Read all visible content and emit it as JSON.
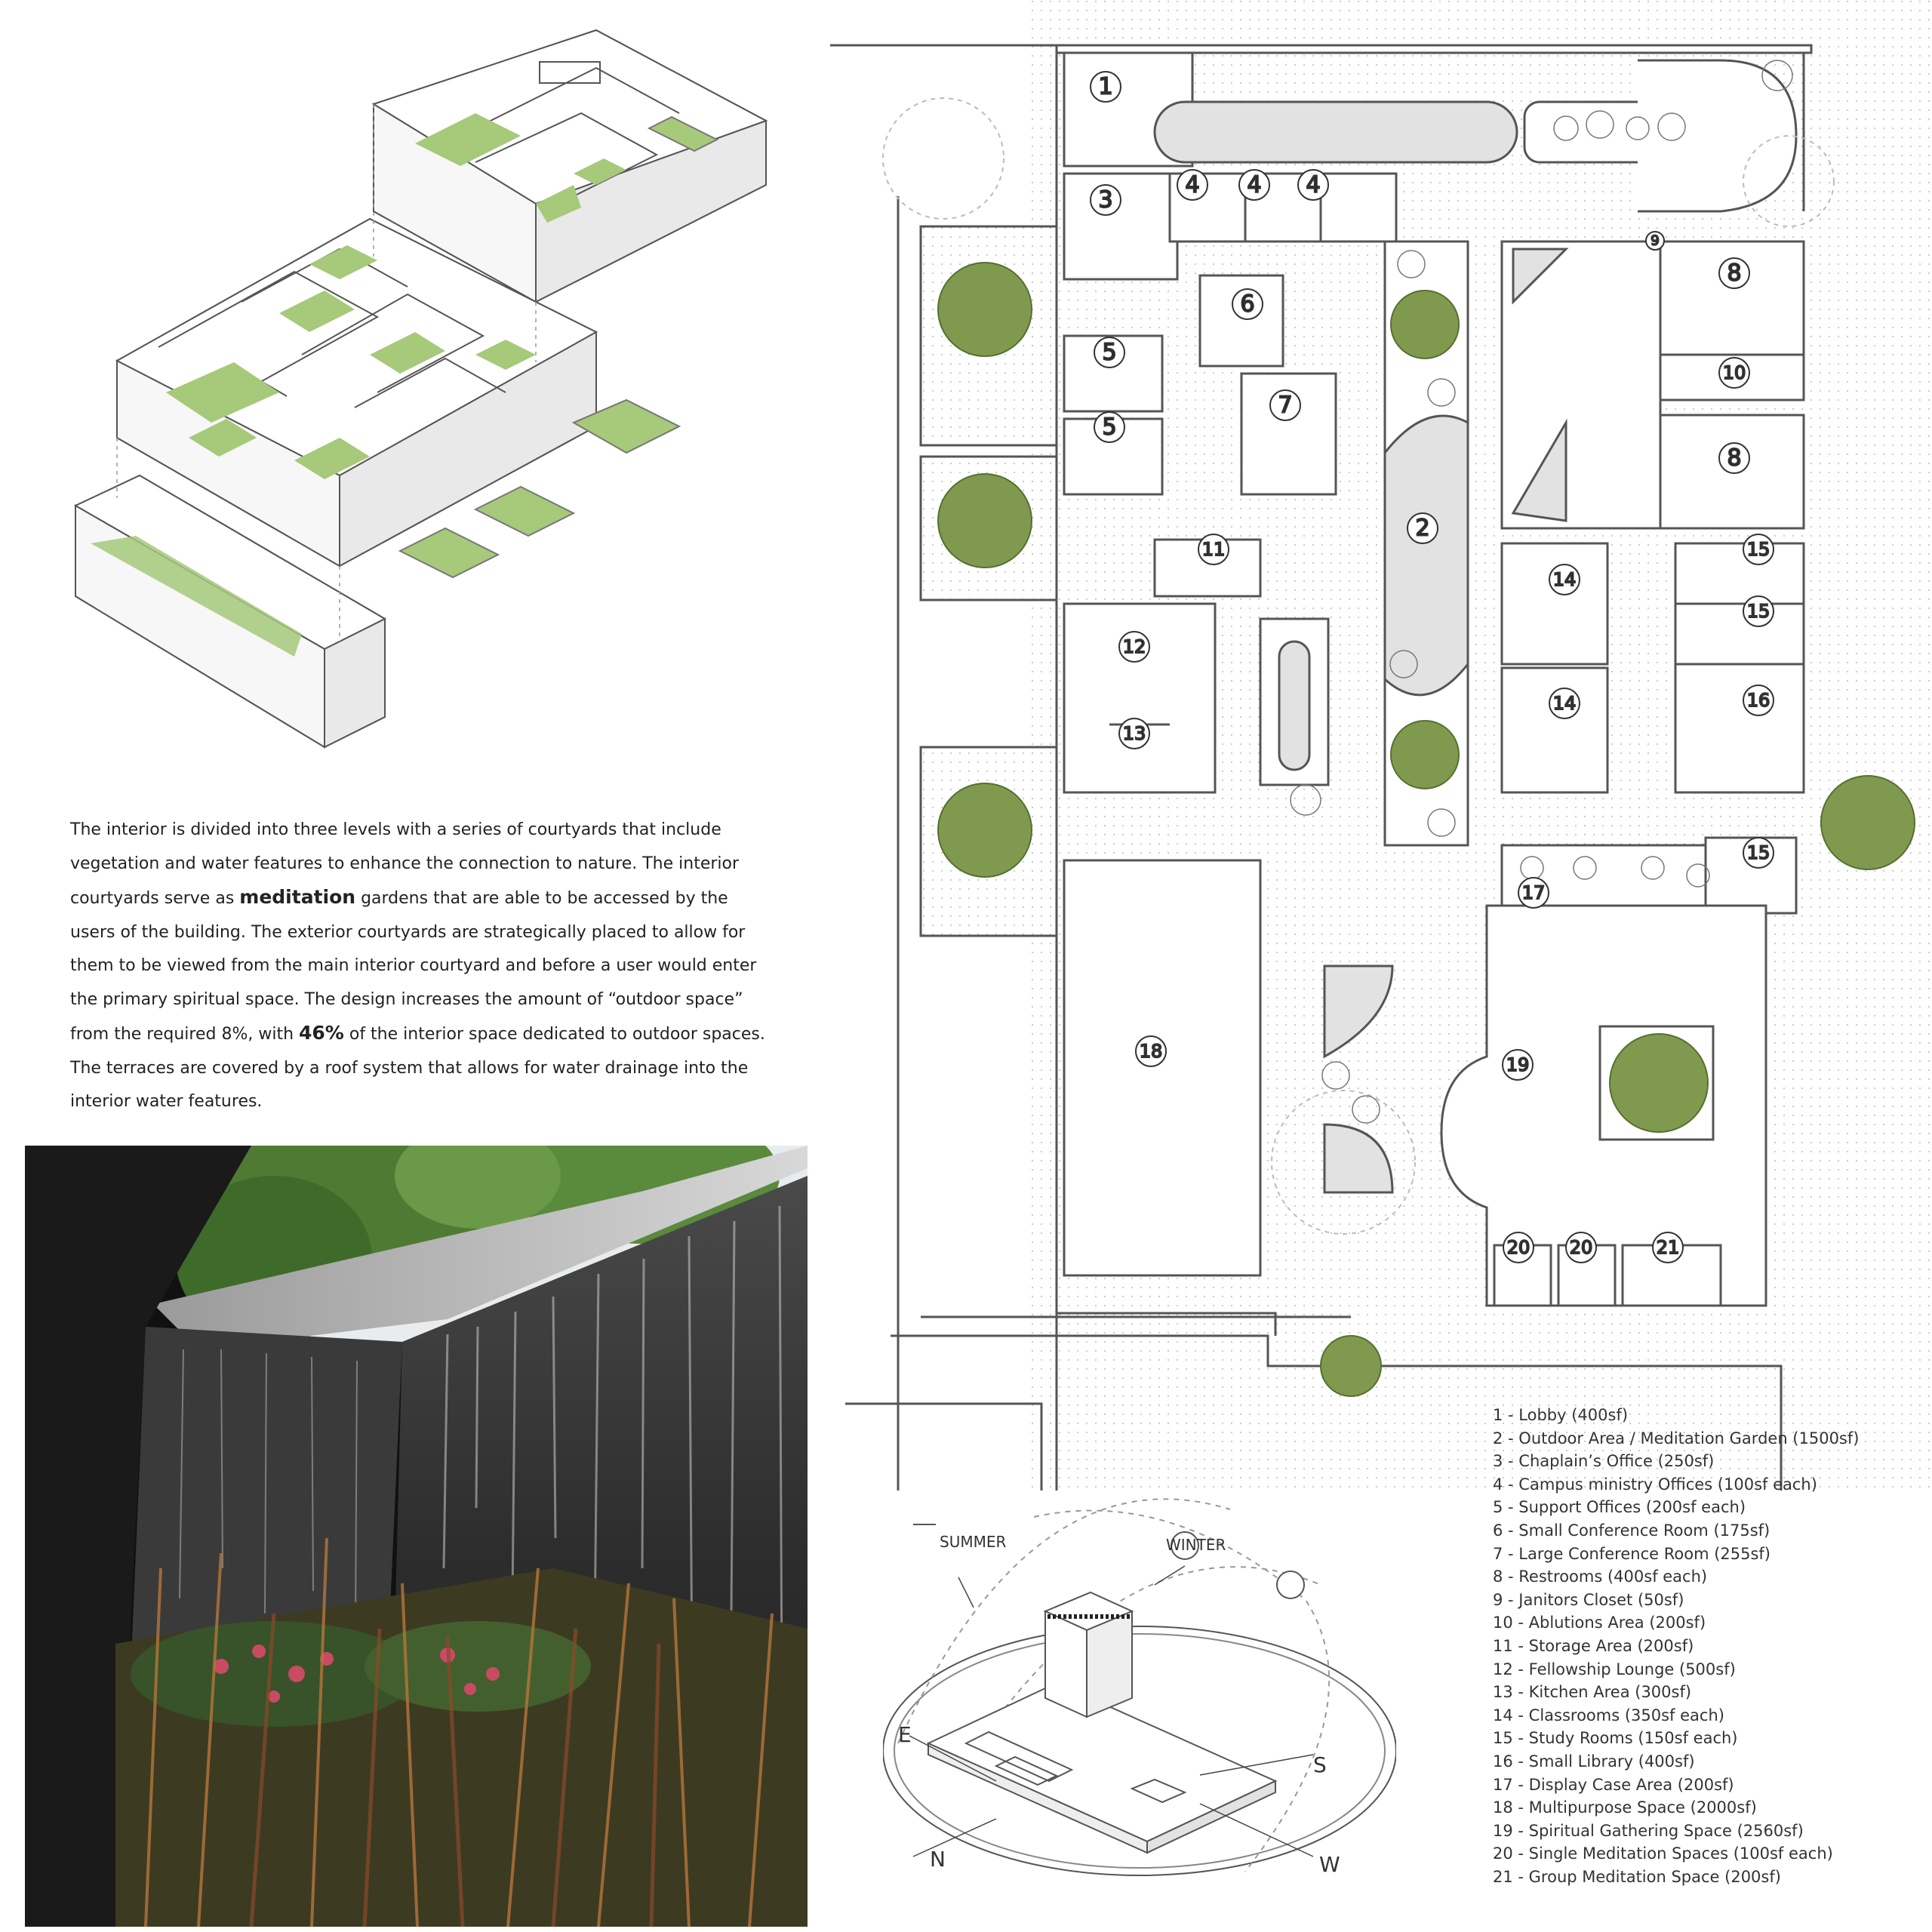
{
  "description": {
    "intro": "The interior is divided into three levels with a series of courtyards that include vegetation and water features to enhance the connection to nature. The interior courtyards serve as ",
    "bold1": "meditation",
    "mid": " gardens that are able to be accessed by the users of the building. The exterior courtyards are strategically placed to allow for them to be viewed from the main interior courtyard and before a user would enter the primary spiritual space. The design increases the amount of “outdoor space” from the required 8%, with ",
    "bold2": "46%",
    "outro": " of the interior space dedicated to outdoor spaces. The terraces are covered by a roof system that allows for water drainage into the interior water features."
  },
  "plan_labels": [
    "1",
    "2",
    "3",
    "4",
    "4",
    "4",
    "5",
    "5",
    "6",
    "7",
    "8",
    "8",
    "9",
    "10",
    "11",
    "12",
    "13",
    "14",
    "14",
    "15",
    "15",
    "15",
    "16",
    "17",
    "18",
    "19",
    "20",
    "20",
    "21"
  ],
  "legend": [
    "1 - Lobby (400sf)",
    "2 - Outdoor Area / Meditation Garden (1500sf)",
    "3 - Chaplain’s Office (250sf)",
    "4 - Campus ministry Offices (100sf each)",
    "5 - Support Offices (200sf each)",
    "6 - Small Conference Room      (175sf)",
    "7 - Large Conference Room (255sf)",
    "8 - Restrooms (400sf each)",
    "9 - Janitors Closet (50sf)",
    "10 - Ablutions Area (200sf)",
    "11 - Storage Area (200sf)",
    "12 - Fellowship Lounge (500sf)",
    "13 - Kitchen Area (300sf)",
    "14 - Classrooms (350sf each)",
    "15 - Study Rooms (150sf each)",
    "16 - Small Library (400sf)",
    "17 - Display Case Area (200sf)",
    "18 - Multipurpose Space (2000sf)",
    "19 - Spiritual Gathering Space (2560sf)",
    "20 - Single Meditation Spaces (100sf each)",
    "21 - Group Meditation Space (200sf)"
  ],
  "sun": {
    "summer": "SUMMER",
    "winter": "WINTER",
    "east": "E",
    "south": "S",
    "north": "N",
    "west": "W"
  },
  "colors": {
    "green": "#9cc36b",
    "tree": "#7f9a4f",
    "line": "#555555",
    "court": "#dcdcdc"
  }
}
